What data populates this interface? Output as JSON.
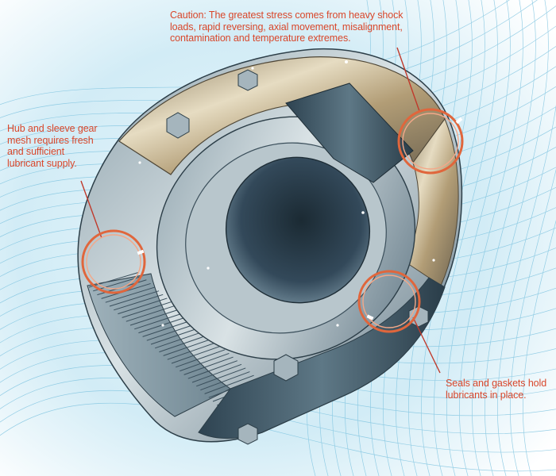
{
  "callouts": {
    "caution": "Caution: The greatest stress comes from heavy shock loads, rapid reversing, axial movement, misalignment, contamination and temperature extremes.",
    "hub": "Hub and sleeve gear mesh requires fresh and sufficient lubricant supply.",
    "seals": "Seals and gaskets hold lubricants in place."
  },
  "colors": {
    "callout_text": "#d9472b",
    "ring": "#e0663c",
    "leader": "#c0392b",
    "metal_dark": "#3c5566",
    "metal_light": "#c9d4d8",
    "bronze": "#b6a07a",
    "background_lines": "#7fc4e0"
  },
  "icons": [
    "seal-ring-icon"
  ]
}
